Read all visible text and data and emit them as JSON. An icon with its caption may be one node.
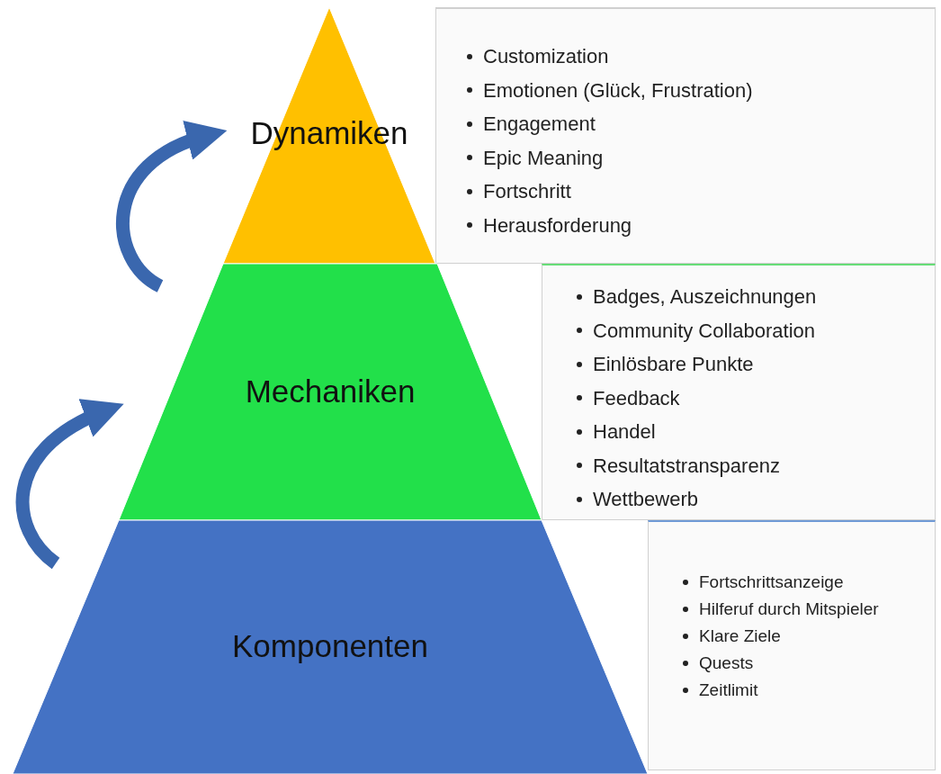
{
  "diagram": {
    "nodes": [
      {
        "text": [
          "Dynamiken"
        ]
      },
      {
        "text": [
          "Customization",
          "Emotionen (Glück, Frustration)",
          "Engagement",
          "Epic Meaning",
          "Fortschritt",
          "Herausforderung"
        ]
      },
      {
        "text": [
          "Mechaniken"
        ]
      },
      {
        "text": [
          "Badges, Auszeichnungen",
          "Community Collaboration",
          "Einlösbare Punkte",
          "Feedback",
          "Handel",
          "Resultatstransparenz",
          "Wettbewerb"
        ]
      },
      {
        "text": [
          "Komponenten"
        ]
      },
      {
        "text": [
          "Fortschrittsanzeige",
          "Hilferuf durch Mitspieler",
          "Klare Ziele",
          "Quests",
          "Zeitlimit"
        ]
      }
    ],
    "edges": [
      {
        "from": 4,
        "to": 2,
        "arrow": "to"
      },
      {
        "from": 2,
        "to": 0,
        "arrow": "to"
      }
    ]
  }
}
